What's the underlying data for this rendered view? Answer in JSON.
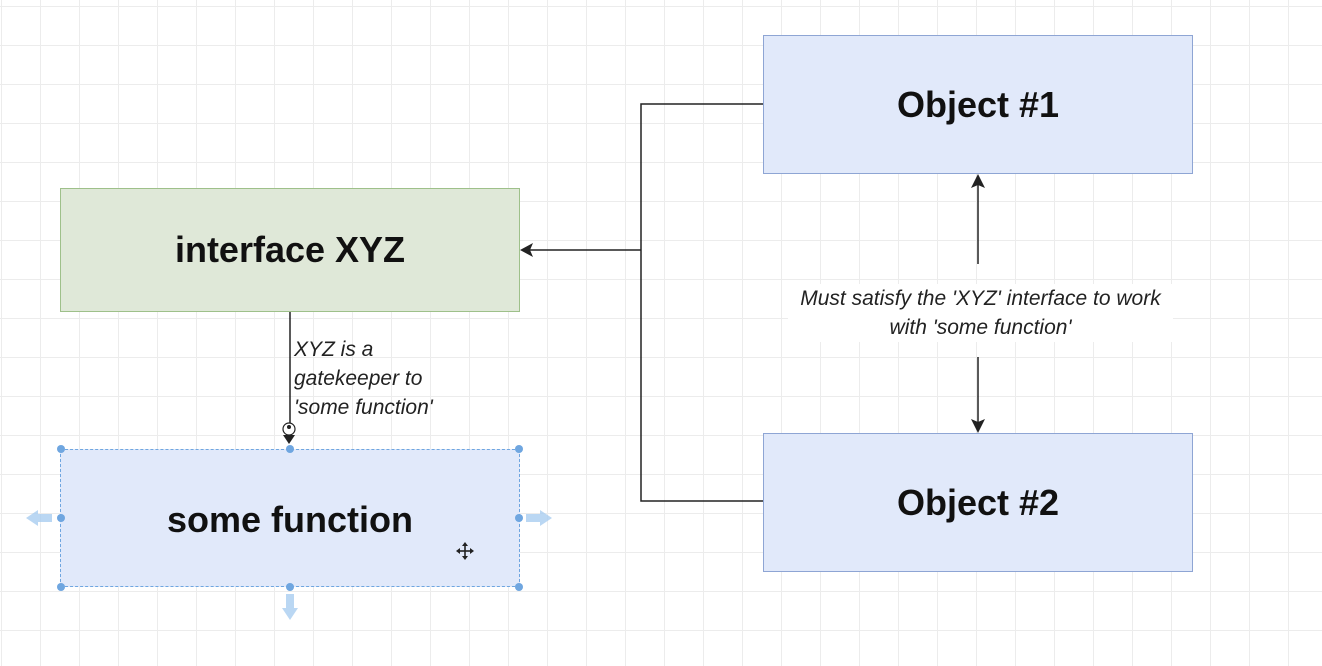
{
  "diagram": {
    "interface_label": "interface XYZ",
    "object1_label": "Object #1",
    "object2_label": "Object #2",
    "function_label": "some function",
    "gatekeeper_note": "XYZ is a gatekeeper to 'some function'",
    "satisfy_note": "Must satisfy the 'XYZ' interface to work with 'some function'"
  },
  "colors": {
    "interface_fill": "#dfe8d8",
    "interface_border": "#9ec08a",
    "object_fill": "#e1e9fa",
    "object_border": "#8ea5d4",
    "selection_handle": "#6fa6e0"
  },
  "icons": [
    "arrow-head-icon",
    "move-cursor-icon",
    "selection-handle-icon",
    "connection-arrow-icon"
  ]
}
